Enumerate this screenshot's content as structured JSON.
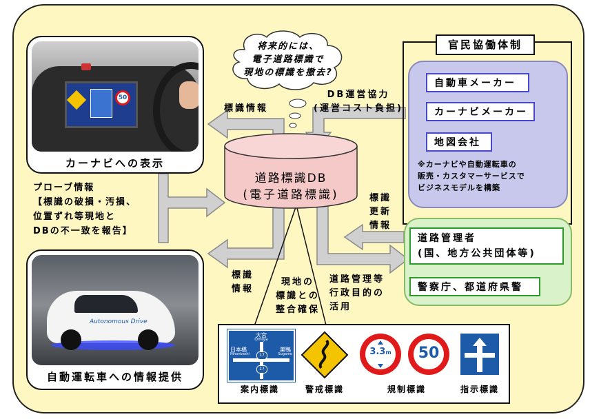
{
  "cloud_text": "将来的には、\n電子道路標識で\n現地の標識を撤去?",
  "db": {
    "line1": "道路標識DB",
    "line2": "(電子道路標識)"
  },
  "car_nav": {
    "caption": "カーナビへの表示",
    "screen_sign": "50"
  },
  "autonomous": {
    "caption": "自動運転車への情報提供",
    "car_text": "Autonomous Drive"
  },
  "partnership": {
    "title": "官民協働体制",
    "members": [
      "自動車メーカー",
      "カーナビメーカー",
      "地図会社"
    ],
    "note": "※カーナビや自動運転車の\n販売・カスタマーサービスで\nビジネスモデルを構築"
  },
  "admins": {
    "road_manager": "道路管理者\n(国、地方公共団体等)",
    "police": "警察庁、都道府県警"
  },
  "labels": {
    "db_coop": "DB運営協力\n(運営コスト負担)",
    "sign_info_top": "標識情報",
    "probe": "プローブ情報\n【標識の破損・汚損、\n位置ずれ等現地と\nDBの不一致を報告】",
    "sign_update": "標識\n更新\n情報",
    "sign_info_bottom": "標識\n情報",
    "site_match": "現地の\n標識との\n整合確保",
    "admin_use": "道路管理等\n行政目的の\n活用"
  },
  "signs": {
    "guide": {
      "top_jp": "大宮",
      "top_en": "Omiya",
      "left_jp": "日本橋",
      "left_en": "Nihonbashi",
      "right_jp": "巣鴨",
      "right_en": "Sugamo",
      "route": "17",
      "route_top": "17",
      "label": "案内標識"
    },
    "warning": {
      "label": "警戒標識"
    },
    "regulatory": {
      "height": "3.3",
      "height_unit": "m",
      "speed": "50",
      "label": "規制標識"
    },
    "instruction": {
      "label": "指示標識"
    }
  },
  "colors": {
    "frame": "#fff7c2",
    "db_fill": "#f6c9c9",
    "partner_fill": "#c8c8ec",
    "admin_fill": "#d9f2c9",
    "arrow": "#d0d0d0",
    "sign_blue": "#1d5aa8",
    "sign_red": "#e01a1a",
    "sign_yellow": "#f5c400"
  }
}
